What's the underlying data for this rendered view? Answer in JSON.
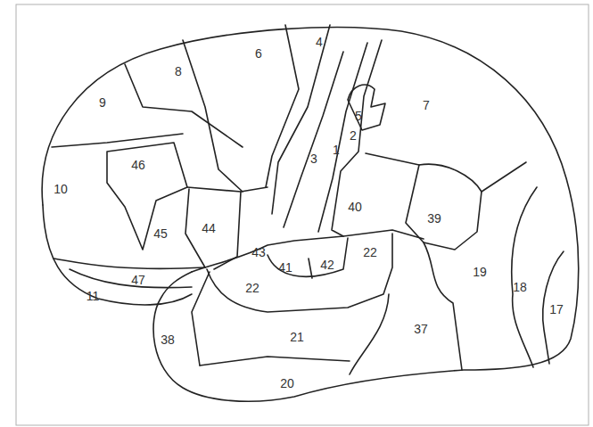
{
  "diagram": {
    "labels": [
      "4",
      "6",
      "8",
      "9",
      "5",
      "7",
      "2",
      "1",
      "3",
      "46",
      "10",
      "40",
      "39",
      "45",
      "44",
      "43",
      "41",
      "42",
      "22",
      "22",
      "47",
      "11",
      "19",
      "18",
      "17",
      "38",
      "21",
      "37",
      "20"
    ]
  }
}
